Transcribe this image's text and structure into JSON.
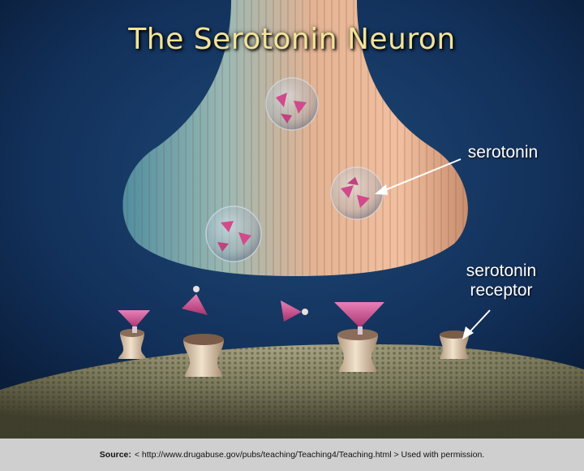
{
  "diagram": {
    "title": "The Serotonin Neuron",
    "labels": {
      "serotonin": "serotonin",
      "receptor_line1": "serotonin",
      "receptor_line2": "receptor"
    }
  },
  "footer": {
    "source_label": "Source:",
    "source_text": "< http://www.drugabuse.gov/pubs/teaching/Teaching4/Teaching.html > Used with permission."
  },
  "colors": {
    "background": "#0b1e3a",
    "title": "#f2e39a",
    "serotonin_molecule": "#d04a8c",
    "footer_bg": "#cfcfcf"
  }
}
